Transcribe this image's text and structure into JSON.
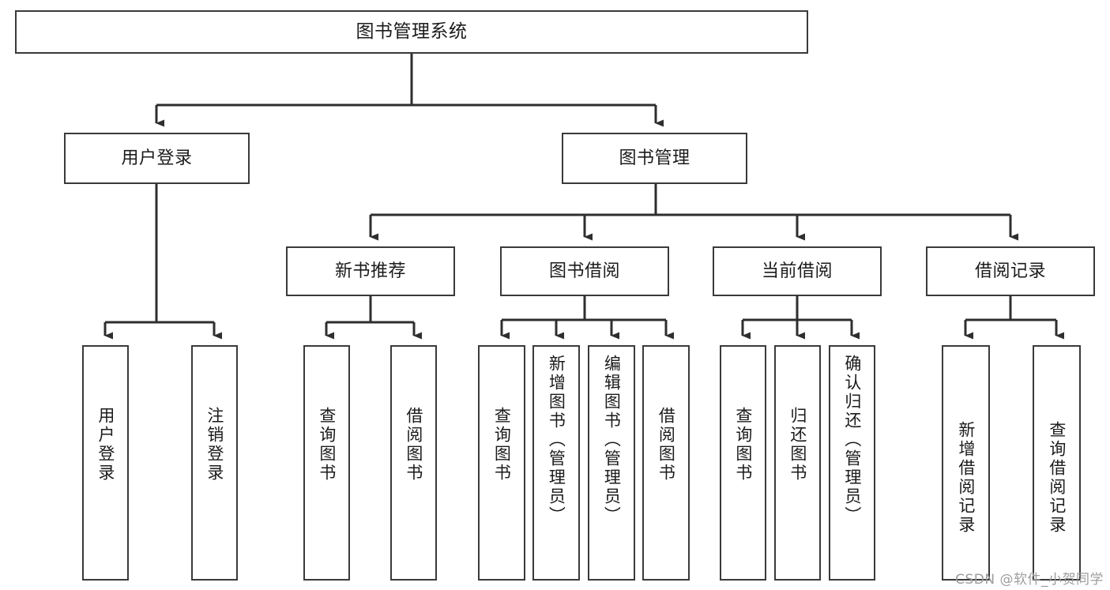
{
  "diagram": {
    "title": "图书管理系统",
    "type": "tree-hierarchy-chart",
    "watermark": "CSDN @软件_小贺同学",
    "colors": {
      "background": "#ffffff",
      "box_border": "#3a3a3a",
      "connector": "#2e2e2e",
      "text": "#1b1b1b",
      "watermark": "#9d9d9d"
    },
    "root": {
      "id": "root",
      "label": "图书管理系统"
    },
    "level1": [
      {
        "id": "user-login",
        "label": "用户登录"
      },
      {
        "id": "book-manage",
        "label": "图书管理"
      }
    ],
    "level2": [
      {
        "id": "new-book-recommend",
        "label": "新书推荐",
        "parent": "book-manage"
      },
      {
        "id": "book-borrow",
        "label": "图书借阅",
        "parent": "book-manage"
      },
      {
        "id": "current-borrow",
        "label": "当前借阅",
        "parent": "book-manage"
      },
      {
        "id": "borrow-record",
        "label": "借阅记录",
        "parent": "book-manage"
      }
    ],
    "leaves": [
      {
        "id": "leaf-user-login",
        "label": "用户登录",
        "parent": "user-login"
      },
      {
        "id": "leaf-user-logout",
        "label": "注销登录",
        "parent": "user-login"
      },
      {
        "id": "leaf-query-book-1",
        "label": "查询图书",
        "parent": "new-book-recommend"
      },
      {
        "id": "leaf-borrow-book-1",
        "label": "借阅图书",
        "parent": "new-book-recommend"
      },
      {
        "id": "leaf-query-book-2",
        "label": "查询图书",
        "parent": "book-borrow"
      },
      {
        "id": "leaf-add-book",
        "label": "新增图书（管理员）",
        "parent": "book-borrow"
      },
      {
        "id": "leaf-edit-book",
        "label": "编辑图书（管理员）",
        "parent": "book-borrow"
      },
      {
        "id": "leaf-borrow-book-2",
        "label": "借阅图书",
        "parent": "book-borrow"
      },
      {
        "id": "leaf-query-book-3",
        "label": "查询图书",
        "parent": "current-borrow"
      },
      {
        "id": "leaf-return-book",
        "label": "归还图书",
        "parent": "current-borrow"
      },
      {
        "id": "leaf-confirm-return",
        "label": "确认归还（管理员）",
        "parent": "current-borrow"
      },
      {
        "id": "leaf-add-record",
        "label": "新增借阅记录",
        "parent": "borrow-record"
      },
      {
        "id": "leaf-query-record",
        "label": "查询借阅记录",
        "parent": "borrow-record"
      }
    ]
  }
}
